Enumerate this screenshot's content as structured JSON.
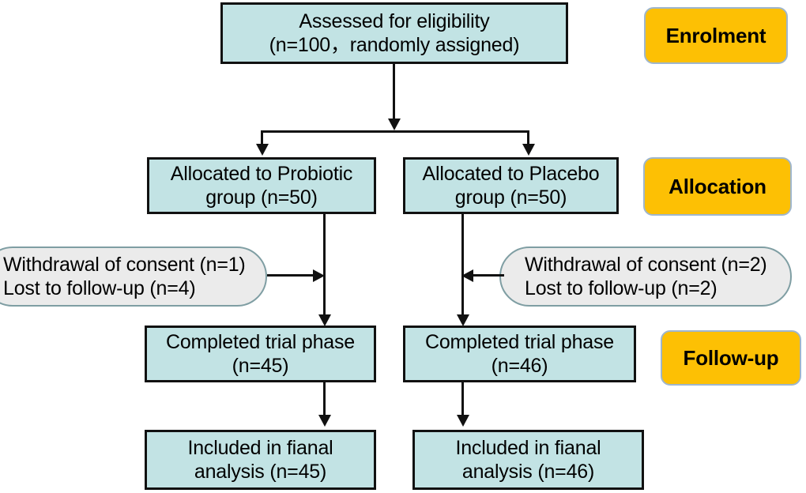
{
  "diagram": {
    "type": "consort-flow-diagram",
    "colors": {
      "box_fill": "#c2e3e4",
      "box_border": "#111111",
      "badge_fill": "#fdc004",
      "badge_border": "#9fb6cd",
      "pill_fill": "#ebebeb",
      "pill_border": "#7f9ea3",
      "connector": "#111111"
    },
    "stages": [
      {
        "label": "Enrolment"
      },
      {
        "label": "Allocation"
      },
      {
        "label": "Follow-up"
      }
    ],
    "nodes": {
      "enrollment": {
        "text": "Assessed for eligibility\n(n=100，randomly assigned)",
        "n": 100
      },
      "allocated_probiotic": {
        "text": "Allocated to Probiotic\ngroup (n=50)",
        "n": 50
      },
      "allocated_placebo": {
        "text": "Allocated to Placebo\ngroup (n=50)",
        "n": 50
      },
      "attrition_probiotic": {
        "text": "Withdrawal of consent (n=1)\nLost to follow-up (n=4)",
        "withdrawal": 1,
        "lost": 4
      },
      "attrition_placebo": {
        "text": "Withdrawal of consent (n=2)\nLost to follow-up (n=2)",
        "withdrawal": 2,
        "lost": 2
      },
      "completed_probiotic": {
        "text": "Completed trial phase\n(n=45)",
        "n": 45
      },
      "completed_placebo": {
        "text": "Completed trial phase\n(n=46)",
        "n": 46
      },
      "analysis_probiotic": {
        "text": "Included in fianal\nanalysis (n=45)",
        "n": 45
      },
      "analysis_placebo": {
        "text": "Included in fianal\nanalysis (n=46)",
        "n": 46
      }
    }
  }
}
